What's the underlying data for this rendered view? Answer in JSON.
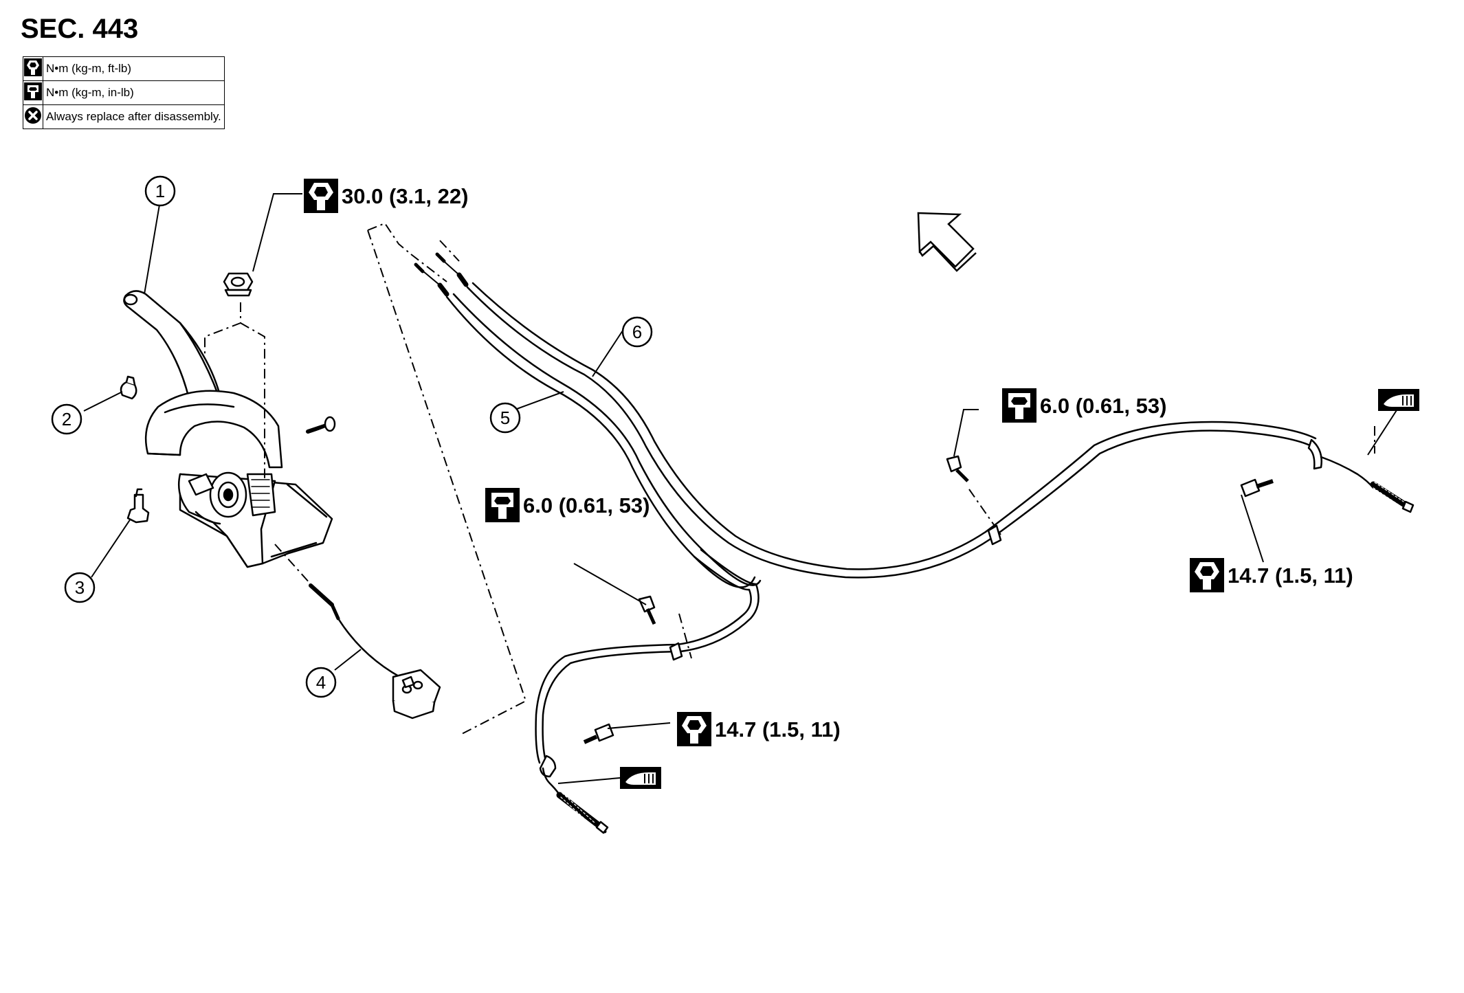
{
  "section": {
    "title": "SEC. 443"
  },
  "legend": [
    {
      "icon": "torque-wrench-icon",
      "text": "N•m (kg-m, ft-lb)"
    },
    {
      "icon": "torque-wrench-small-icon",
      "text": "N•m (kg-m, in-lb)"
    },
    {
      "icon": "replace-x-icon",
      "text": "Always replace after disassembly."
    }
  ],
  "callouts": [
    "1",
    "2",
    "3",
    "4",
    "5",
    "6"
  ],
  "torques": [
    {
      "value": "30.0 (3.1, 22)",
      "icon": "torque-wrench-icon"
    },
    {
      "value": "6.0 (0.61, 53)",
      "icon": "torque-wrench-small-icon"
    },
    {
      "value": "6.0 (0.61, 53)",
      "icon": "torque-wrench-small-icon"
    },
    {
      "value": "14.7 (1.5, 11)",
      "icon": "torque-wrench-icon"
    },
    {
      "value": "14.7 (1.5, 11)",
      "icon": "torque-wrench-icon"
    }
  ],
  "colors": {
    "line": "#000000",
    "background": "#ffffff"
  }
}
